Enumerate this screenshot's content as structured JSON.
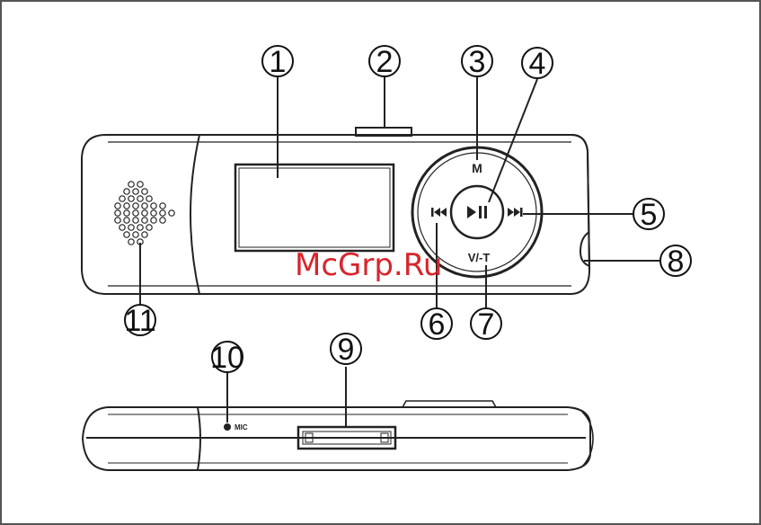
{
  "callouts": [
    {
      "label": "1",
      "target": "display-screen"
    },
    {
      "label": "2",
      "target": "top-switch"
    },
    {
      "label": "3",
      "target": "menu-button"
    },
    {
      "label": "4",
      "target": "play-pause-button"
    },
    {
      "label": "5",
      "target": "next-button"
    },
    {
      "label": "6",
      "target": "previous-button"
    },
    {
      "label": "7",
      "target": "volume-time-button"
    },
    {
      "label": "8",
      "target": "earphone-jack"
    },
    {
      "label": "9",
      "target": "usb-connector"
    },
    {
      "label": "10",
      "target": "microphone"
    },
    {
      "label": "11",
      "target": "speaker-grille"
    }
  ],
  "buttons": {
    "menu": "M",
    "play_pause_icon": "play-pause-icon",
    "next_icon": "next-track-icon",
    "prev_icon": "previous-track-icon",
    "volume_time": "V/-T"
  },
  "side_view": {
    "mic_label": "MIC"
  },
  "watermark": "McGrp.Ru",
  "colors": {
    "line": "#222222",
    "watermark": "#d9242b",
    "frame": "#555555"
  }
}
